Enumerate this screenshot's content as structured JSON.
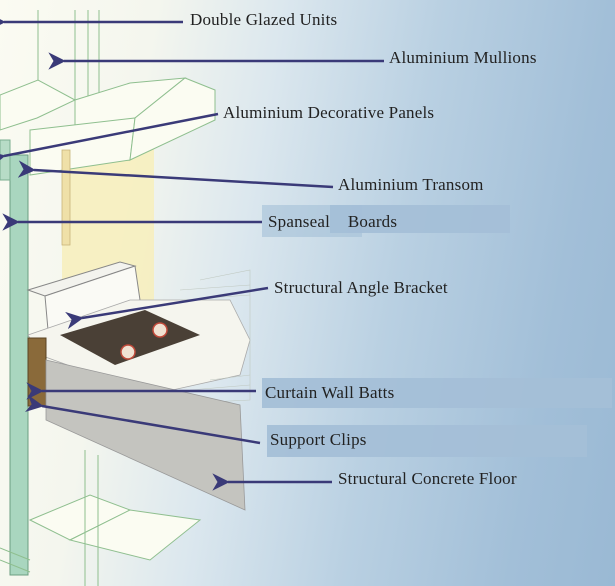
{
  "diagram": {
    "type": "labeled-technical-illustration",
    "subject": "Curtain wall fire-stopping assembly",
    "colors": {
      "background_left": "#fbfbf2",
      "background_right": "#9ab9d4",
      "arrow": "#3a3a78",
      "label_text": "#222222",
      "label_highlight": "#a4bfd7",
      "spanseal_board": "#a9d6bf",
      "curtain_wall_batts": "#8a6a3a",
      "yellow_panel": "#f7eebb",
      "concrete": "#bdbdb8",
      "bracket_plate": "#4a4036"
    },
    "labels": [
      {
        "id": "double-glazed-units",
        "text": "Double Glazed Units"
      },
      {
        "id": "aluminium-mullions",
        "text": "Aluminium Mullions"
      },
      {
        "id": "aluminium-decorative-panels",
        "text": "Aluminium Decorative Panels"
      },
      {
        "id": "aluminium-transom",
        "text": "Aluminium Transom"
      },
      {
        "id": "spanseal-boards",
        "text": "Spanseal    Boards"
      },
      {
        "id": "structural-angle-bracket",
        "text": "Structural Angle Bracket"
      },
      {
        "id": "curtain-wall-batts",
        "text": "Curtain Wall Batts"
      },
      {
        "id": "support-clips",
        "text": "Support Clips"
      },
      {
        "id": "structural-concrete-floor",
        "text": "Structural Concrete Floor"
      }
    ]
  }
}
